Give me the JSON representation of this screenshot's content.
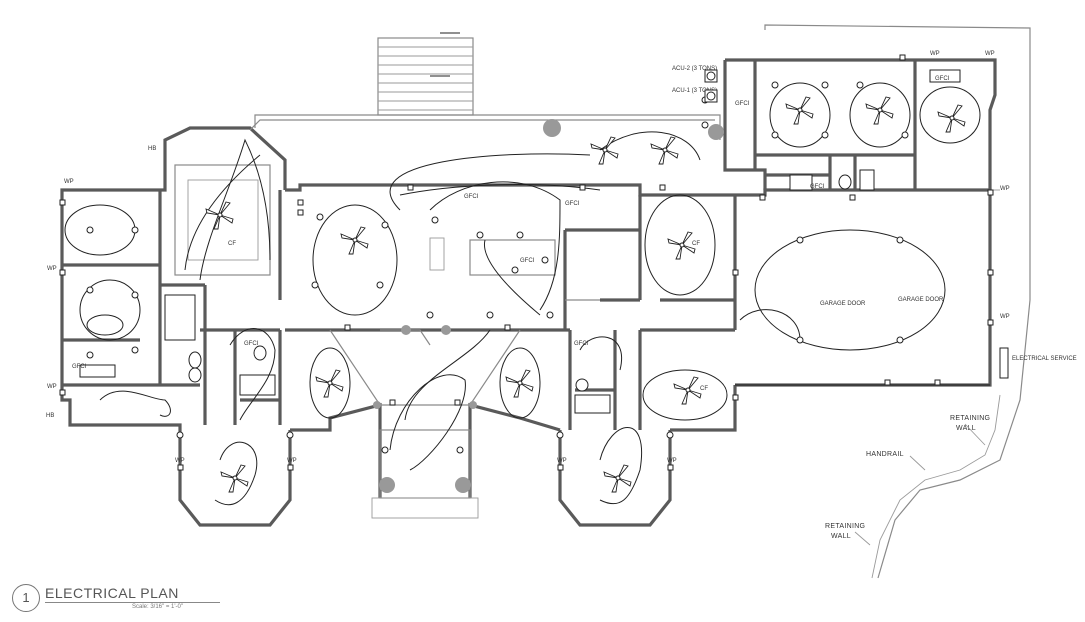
{
  "plan": {
    "title_number": "1",
    "title": "ELECTRICAL PLAN",
    "scale": "Scale: 3/16\" = 1'-0\"",
    "notes": {
      "retaining_wall_1": "RETAINING",
      "retaining_wall_1b": "WALL",
      "retaining_wall_2": "RETAINING",
      "retaining_wall_2b": "WALL",
      "handrail": "HANDRAIL",
      "garage_door_1": "GARAGE DOOR",
      "garage_door_2": "GARAGE DOOR",
      "electrical_service": "ELECTRICAL SERVICE",
      "acu_2": "ACU-2 (3 TONS)",
      "acu_1": "ACU-1 (3 TONS)"
    },
    "device_labels": {
      "wp": "WP",
      "hb": "HB",
      "gfci": "GFCI",
      "ceiling_fan": "CF"
    }
  }
}
